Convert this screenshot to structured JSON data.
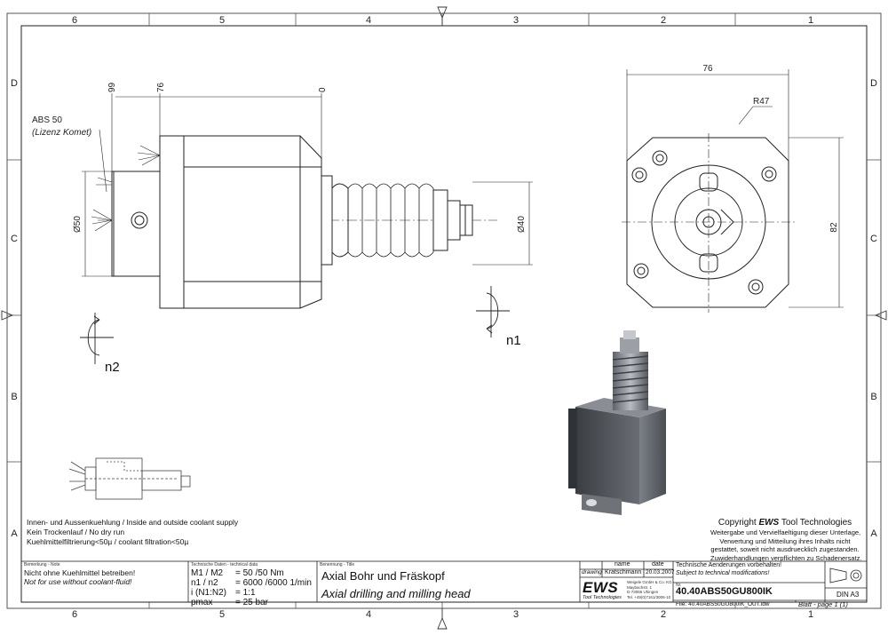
{
  "grid": {
    "columns": [
      "6",
      "5",
      "4",
      "3",
      "2",
      "1"
    ],
    "rows": [
      "D",
      "C",
      "B",
      "A"
    ]
  },
  "views": {
    "side": {
      "dim_99": "99",
      "dim_76": "76",
      "dim_0": "0",
      "dim_d50": "Ø50",
      "dim_d40": "Ø40",
      "abs_label": "ABS 50",
      "abs_license": "(Lizenz Komet)",
      "rotation_n1": "n1",
      "rotation_n2": "n2"
    },
    "front": {
      "dim_76": "76",
      "dim_82": "82",
      "radius": "R47"
    }
  },
  "notes": {
    "line1": "Innen- und Aussenkuehlung / Inside and outside coolant supply",
    "line2": "Kein Trockenlauf / No dry run",
    "line3": "Kuehlmittelfiltrierung<50µ / coolant filtration<50µ"
  },
  "copyright": {
    "title_prefix": "Copyright ",
    "title_brand": "EWS",
    "title_suffix": " Tool Technologies",
    "lines": [
      "Weitergabe und Vervielfaeltigung dieser Unterlage,",
      "Verwertung und Mitteilung ihres Inhalts nicht",
      "gestattet, soweit nicht ausdruecklich zugestanden.",
      "Zuwiderhandlungen verpflichten zu Schadenersatz."
    ]
  },
  "titleblock": {
    "remark_caption": "Bemerkung - Note",
    "remark_de": "Nicht ohne Kuehlmittel betreiben!",
    "remark_en": "Not for use without coolant-fluid!",
    "tech_caption": "Technische Daten - technical data",
    "tech_rows": [
      {
        "label": "M1 / M2",
        "value": "= 50  /50  Nm"
      },
      {
        "label": "n1 / n2",
        "value": "= 6000 /6000  1/min"
      },
      {
        "label": "i  (N1:N2)",
        "value": "= 1:1"
      },
      {
        "label": "pmax",
        "value": "= 25  bar"
      }
    ],
    "name_caption": "Benennung - Title",
    "title_de": "Axial Bohr und Fräskopf",
    "title_en": "Axial drilling and milling head",
    "hdr_name": "name",
    "hdr_date": "date",
    "row_label": "drawing",
    "drawer": "Kratschmann",
    "date": "20.03.2007",
    "company_logo": "EWS",
    "company_sub": "Tool Technologies",
    "company_addr": [
      "Weigele GmbH & Co. KG",
      "Maybachstr. 1",
      "D-73066 Uhingen",
      "Tel. +49(0)7161/3006-10"
    ],
    "changes_de": "Technische Aenderungen vorbehalten!",
    "changes_en": "Subject to technical modifications!",
    "nr_caption": "Nr.",
    "part_number": "40.40ABS50GU800IK",
    "file_label": "File: 40.40ABS50GU800IK_OUT.idw",
    "sheet_label": "Blatt - page  1 (1)",
    "format": "DIN A3"
  }
}
